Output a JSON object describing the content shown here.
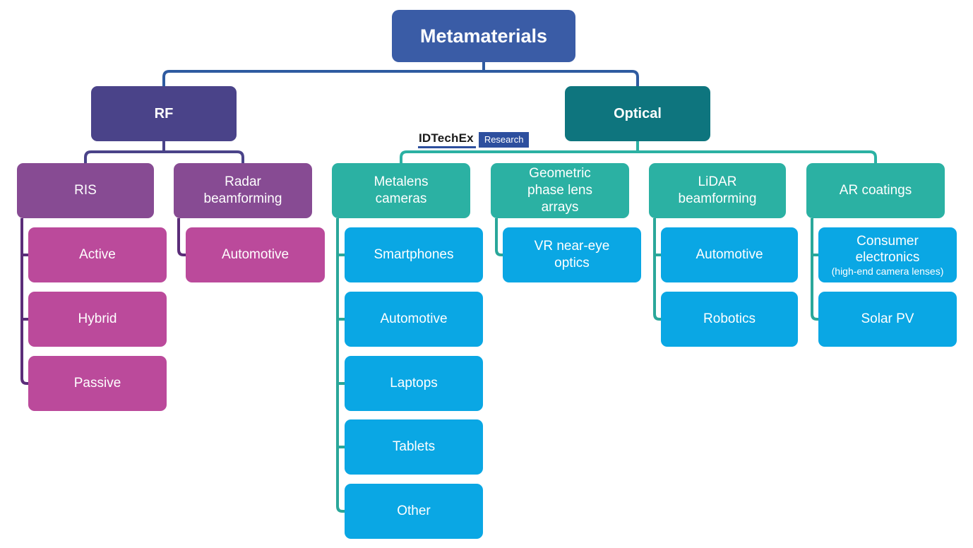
{
  "tree": {
    "root": {
      "label": "Metamaterials"
    },
    "branches": [
      {
        "label": "RF",
        "groups": [
          {
            "label": "RIS",
            "children": [
              {
                "label": "Active"
              },
              {
                "label": "Hybrid"
              },
              {
                "label": "Passive"
              }
            ]
          },
          {
            "label": "Radar beamforming",
            "children": [
              {
                "label": "Automotive"
              }
            ]
          }
        ]
      },
      {
        "label": "Optical",
        "groups": [
          {
            "label": "Metalens cameras",
            "children": [
              {
                "label": "Smartphones"
              },
              {
                "label": "Automotive"
              },
              {
                "label": "Laptops"
              },
              {
                "label": "Tablets"
              },
              {
                "label": "Other"
              }
            ]
          },
          {
            "label": "Geometric phase lens arrays",
            "children": [
              {
                "label": "VR near-eye optics"
              }
            ]
          },
          {
            "label": "LiDAR beamforming",
            "children": [
              {
                "label": "Automotive"
              },
              {
                "label": "Robotics"
              }
            ]
          },
          {
            "label": "AR coatings",
            "children": [
              {
                "label": "Consumer electronics",
                "sublabel": "(high-end camera lenses)"
              },
              {
                "label": "Solar PV"
              }
            ]
          }
        ]
      }
    ]
  },
  "logo": {
    "brand": "IDTechEx",
    "badge": "Research"
  },
  "colors": {
    "rootBlue": "#3A5CA6",
    "blueLine": "#2F5BA0",
    "logoBlue": "#2D4F9E",
    "rfPurple": "#4A4389",
    "groupPurple": "#874B93",
    "magenta": "#BB4A9B",
    "purpleLine": "#5B2D79",
    "opticalTeal": "#0E757E",
    "teal": "#2BB1A3",
    "tealLine": "#2AA79A",
    "lightBlue": "#0AA7E4"
  }
}
